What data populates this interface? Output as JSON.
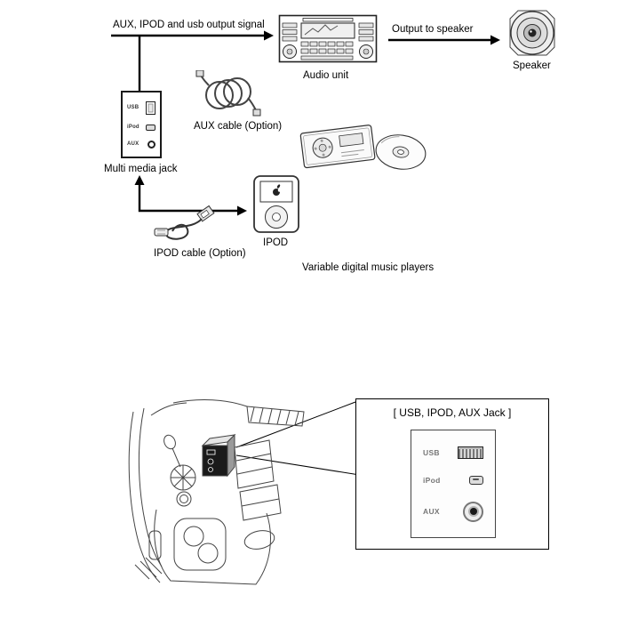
{
  "diagram": {
    "labels": {
      "signal": "AUX, IPOD and usb output signal",
      "output_to_speaker": "Output to speaker",
      "audio_unit": "Audio unit",
      "speaker": "Speaker",
      "multimedia_jack": "Multi media jack",
      "aux_cable": "AUX cable (Option)",
      "ipod": "IPOD",
      "ipod_cable": "IPOD cable (Option)",
      "players": "Variable digital music players"
    },
    "jack_small": {
      "usb": "USB",
      "ipod": "iPod",
      "aux": "AUX"
    },
    "jack_panel": {
      "title": "[ USB, IPOD, AUX Jack ]",
      "usb": "USB",
      "ipod": "iPod",
      "aux": "AUX"
    },
    "icons": {
      "audio_unit": "audio-unit-illustration",
      "speaker": "speaker-icon",
      "multimedia_jack": "multimedia-jack-illustration",
      "aux_cable": "aux-cable-icon",
      "media_player": "media-player-icon",
      "cd_disc": "cd-disc-icon",
      "ipod": "ipod-icon",
      "ipod_cable": "ipod-cable-icon",
      "car_console": "car-console-illustration",
      "usb_port": "usb-port-icon",
      "ipod_jack": "ipod-jack-icon",
      "aux_jack": "aux-jack-icon"
    },
    "colors": {
      "line": "#000000",
      "background": "#ffffff"
    }
  }
}
